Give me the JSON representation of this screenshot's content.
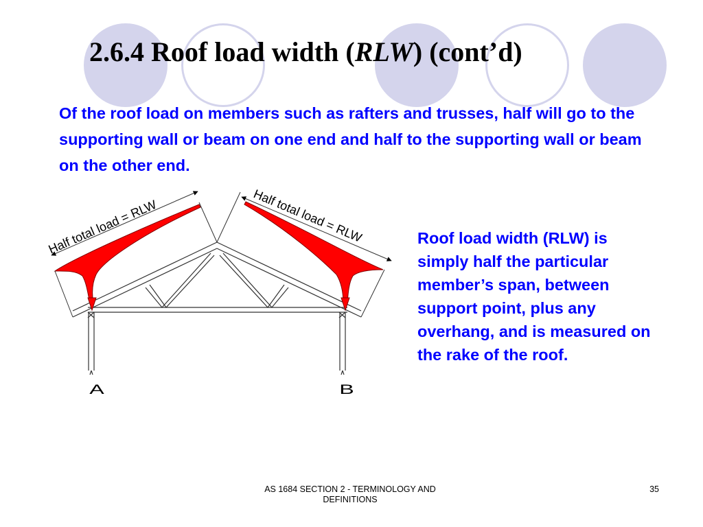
{
  "slide": {
    "title_prefix": "2.6.4  Roof load width (",
    "title_italic": "RLW",
    "title_suffix": ")  (cont’d)",
    "intro": "Of the roof load on members such as rafters and trusses, half will go to the supporting wall or beam on one end and half to the supporting wall or beam on the other end.",
    "side_text": "Roof load width (RLW) is simply half the particular member’s span, between support point, plus any overhang, and is measured on the rake of the roof.",
    "footer": "AS 1684  SECTION 2 - TERMINOLOGY AND DEFINITIONS",
    "page_number": "35"
  },
  "diagram": {
    "left_load_label": "Half total load = RLW",
    "right_load_label": "Half total load = RLW",
    "support_a_label": "A",
    "support_b_label": "B",
    "load_color": "#ff0000",
    "accent_color": "#d4d4ec"
  }
}
